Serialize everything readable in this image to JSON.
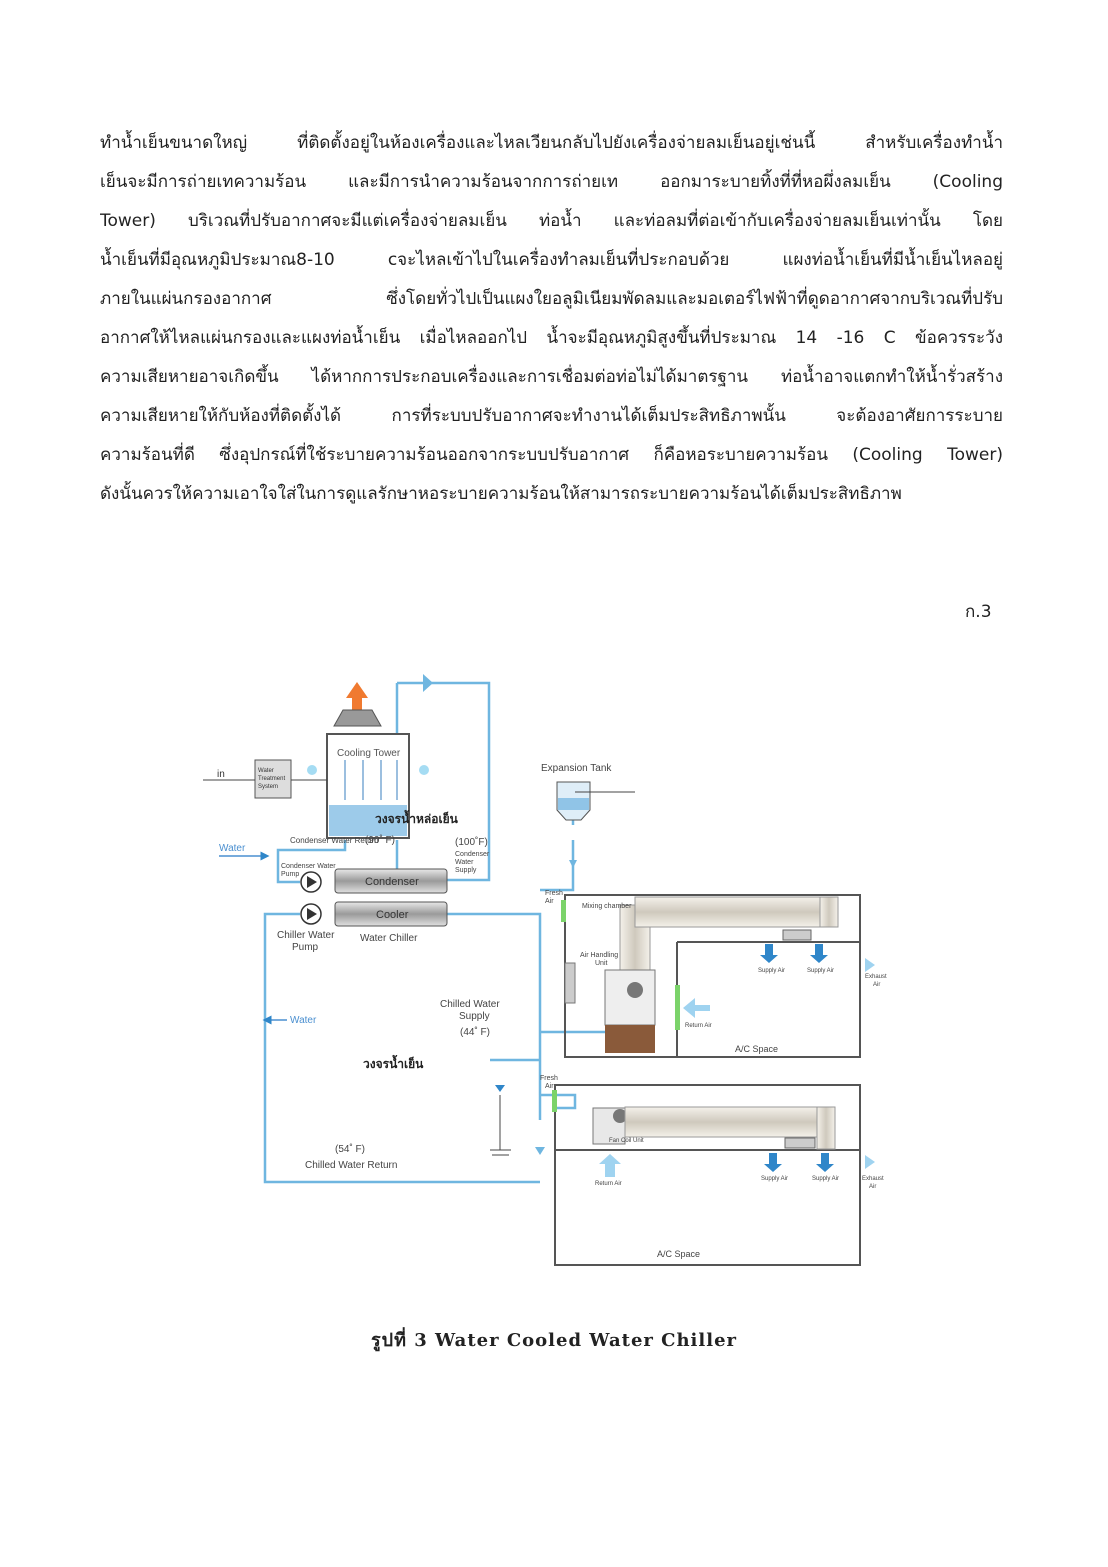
{
  "paragraph": {
    "lines": [
      "ทำน้ำเย็นขนาดใหญ่    ที่ติดตั้งอยู่ในห้องเครื่องและไหลเวียนกลับไปยังเครื่องจ่ายลมเย็นอยู่เช่นนี้  สำหรับเครื่องทำน้ำ",
      "เย็นจะมีการถ่ายเทความร้อน   และมีการนำความร้อนจากการถ่ายเท   ออกมาระบายทิ้งที่ที่หอผึ่งลมเย็น  (Cooling",
      "Tower)     บริเวณที่ปรับอากาศจะมีแต่เครื่องจ่ายลมเย็น  ท่อน้ำ  และท่อลมที่ต่อเข้ากับเครื่องจ่ายลมเย็นเท่านั้น โดย",
      "น้ำเย็นที่มีอุณหภูมิประมาณ8-10   cจะไหลเข้าไปในเครื่องทำลมเย็นที่ประกอบด้วย   แผงท่อน้ำเย็นที่มีน้ำเย็นไหลอยู่",
      "ภายในแผ่นกรองอากาศ          ซึ่งโดยทั่วไปเป็นแผงใยอลูมิเนียมพัดลมและมอเตอร์ไฟฟ้าที่ดูดอากาศจากบริเวณที่ปรับ",
      "อากาศให้ไหลแผ่นกรองและแผงท่อน้ำเย็น  เมื่อไหลออกไป   น้ำจะมีอุณหภูมิสูงขึ้นที่ประมาณ  14  -16  C  ข้อควรระวัง",
      "ความเสียหายอาจเกิดขึ้น ได้หากการประกอบเครื่องและการเชื่อมต่อท่อไม่ได้มาตรฐาน ท่อน้ำอาจแตกทำให้น้ำรั่วสร้าง",
      "ความเสียหายให้กับห้องที่ติดตั้งได้   การที่ระบบปรับอากาศจะทำงานได้เต็มประสิทธิภาพนั้น  จะต้องอาศัยการระบาย",
      "ความร้อนที่ดี  ซึ่งอุปกรณ์ที่ใช้ระบายความร้อนออกจากระบบปรับอากาศ ก็คือหอระบายความร้อน (Cooling Tower)",
      "ดังนั้นควรให้ความเอาใจใส่ในการดูแลรักษาหอระบายความร้อนให้สามารถระบายความร้อนได้เต็มประสิทธิภาพ"
    ]
  },
  "page_number": "ก.3",
  "diagram": {
    "cooling_tower": "Cooling Tower",
    "in_label": "in",
    "water_treatment": [
      "Water",
      "Treatment",
      "System"
    ],
    "cooling_loop_thai": "วงจรน้ำหล่อเย็น",
    "condenser_water_return": "Condenser Water Return",
    "temp_90": "(90˚ F)",
    "temp_100": "(100˚F)",
    "condenser_water_supply": [
      "Condenser",
      "Water",
      "Supply"
    ],
    "water_label_top": "Water",
    "condenser_water_pump": [
      "Condenser Water",
      "Pump"
    ],
    "condenser": "Condenser",
    "cooler": "Cooler",
    "chiller_water_pump": [
      "Chiller Water",
      "Pump"
    ],
    "water_chiller": "Water Chiller",
    "expansion_tank": "Expansion Tank",
    "water_label_mid": "Water",
    "chilled_water_supply": [
      "Chilled Water",
      "Supply"
    ],
    "temp_44": "(44˚ F)",
    "chilled_loop_thai": "วงจรน้ำเย็น",
    "temp_54": "(54˚ F)",
    "chilled_water_return": "Chilled Water Return",
    "fresh_air": [
      "Fresh",
      "Air"
    ],
    "mixing_chamber": "Mixing chamber",
    "air_handling_unit": [
      "Air Handling",
      "Unit"
    ],
    "supply_air": "Supply Air",
    "exhaust_air": [
      "Exhaust",
      "Air"
    ],
    "return_air": "Return Air",
    "ac_space": "A/C  Space",
    "fan_coil_unit": "Fan Coil Unit",
    "colors": {
      "pipe": "#6fb6e0",
      "arrow": "#2f86c9",
      "heat": "#f07a30",
      "fresh": "#7bd36a"
    }
  },
  "caption": "รูปที่ 3 Water Cooled Water Chiller"
}
